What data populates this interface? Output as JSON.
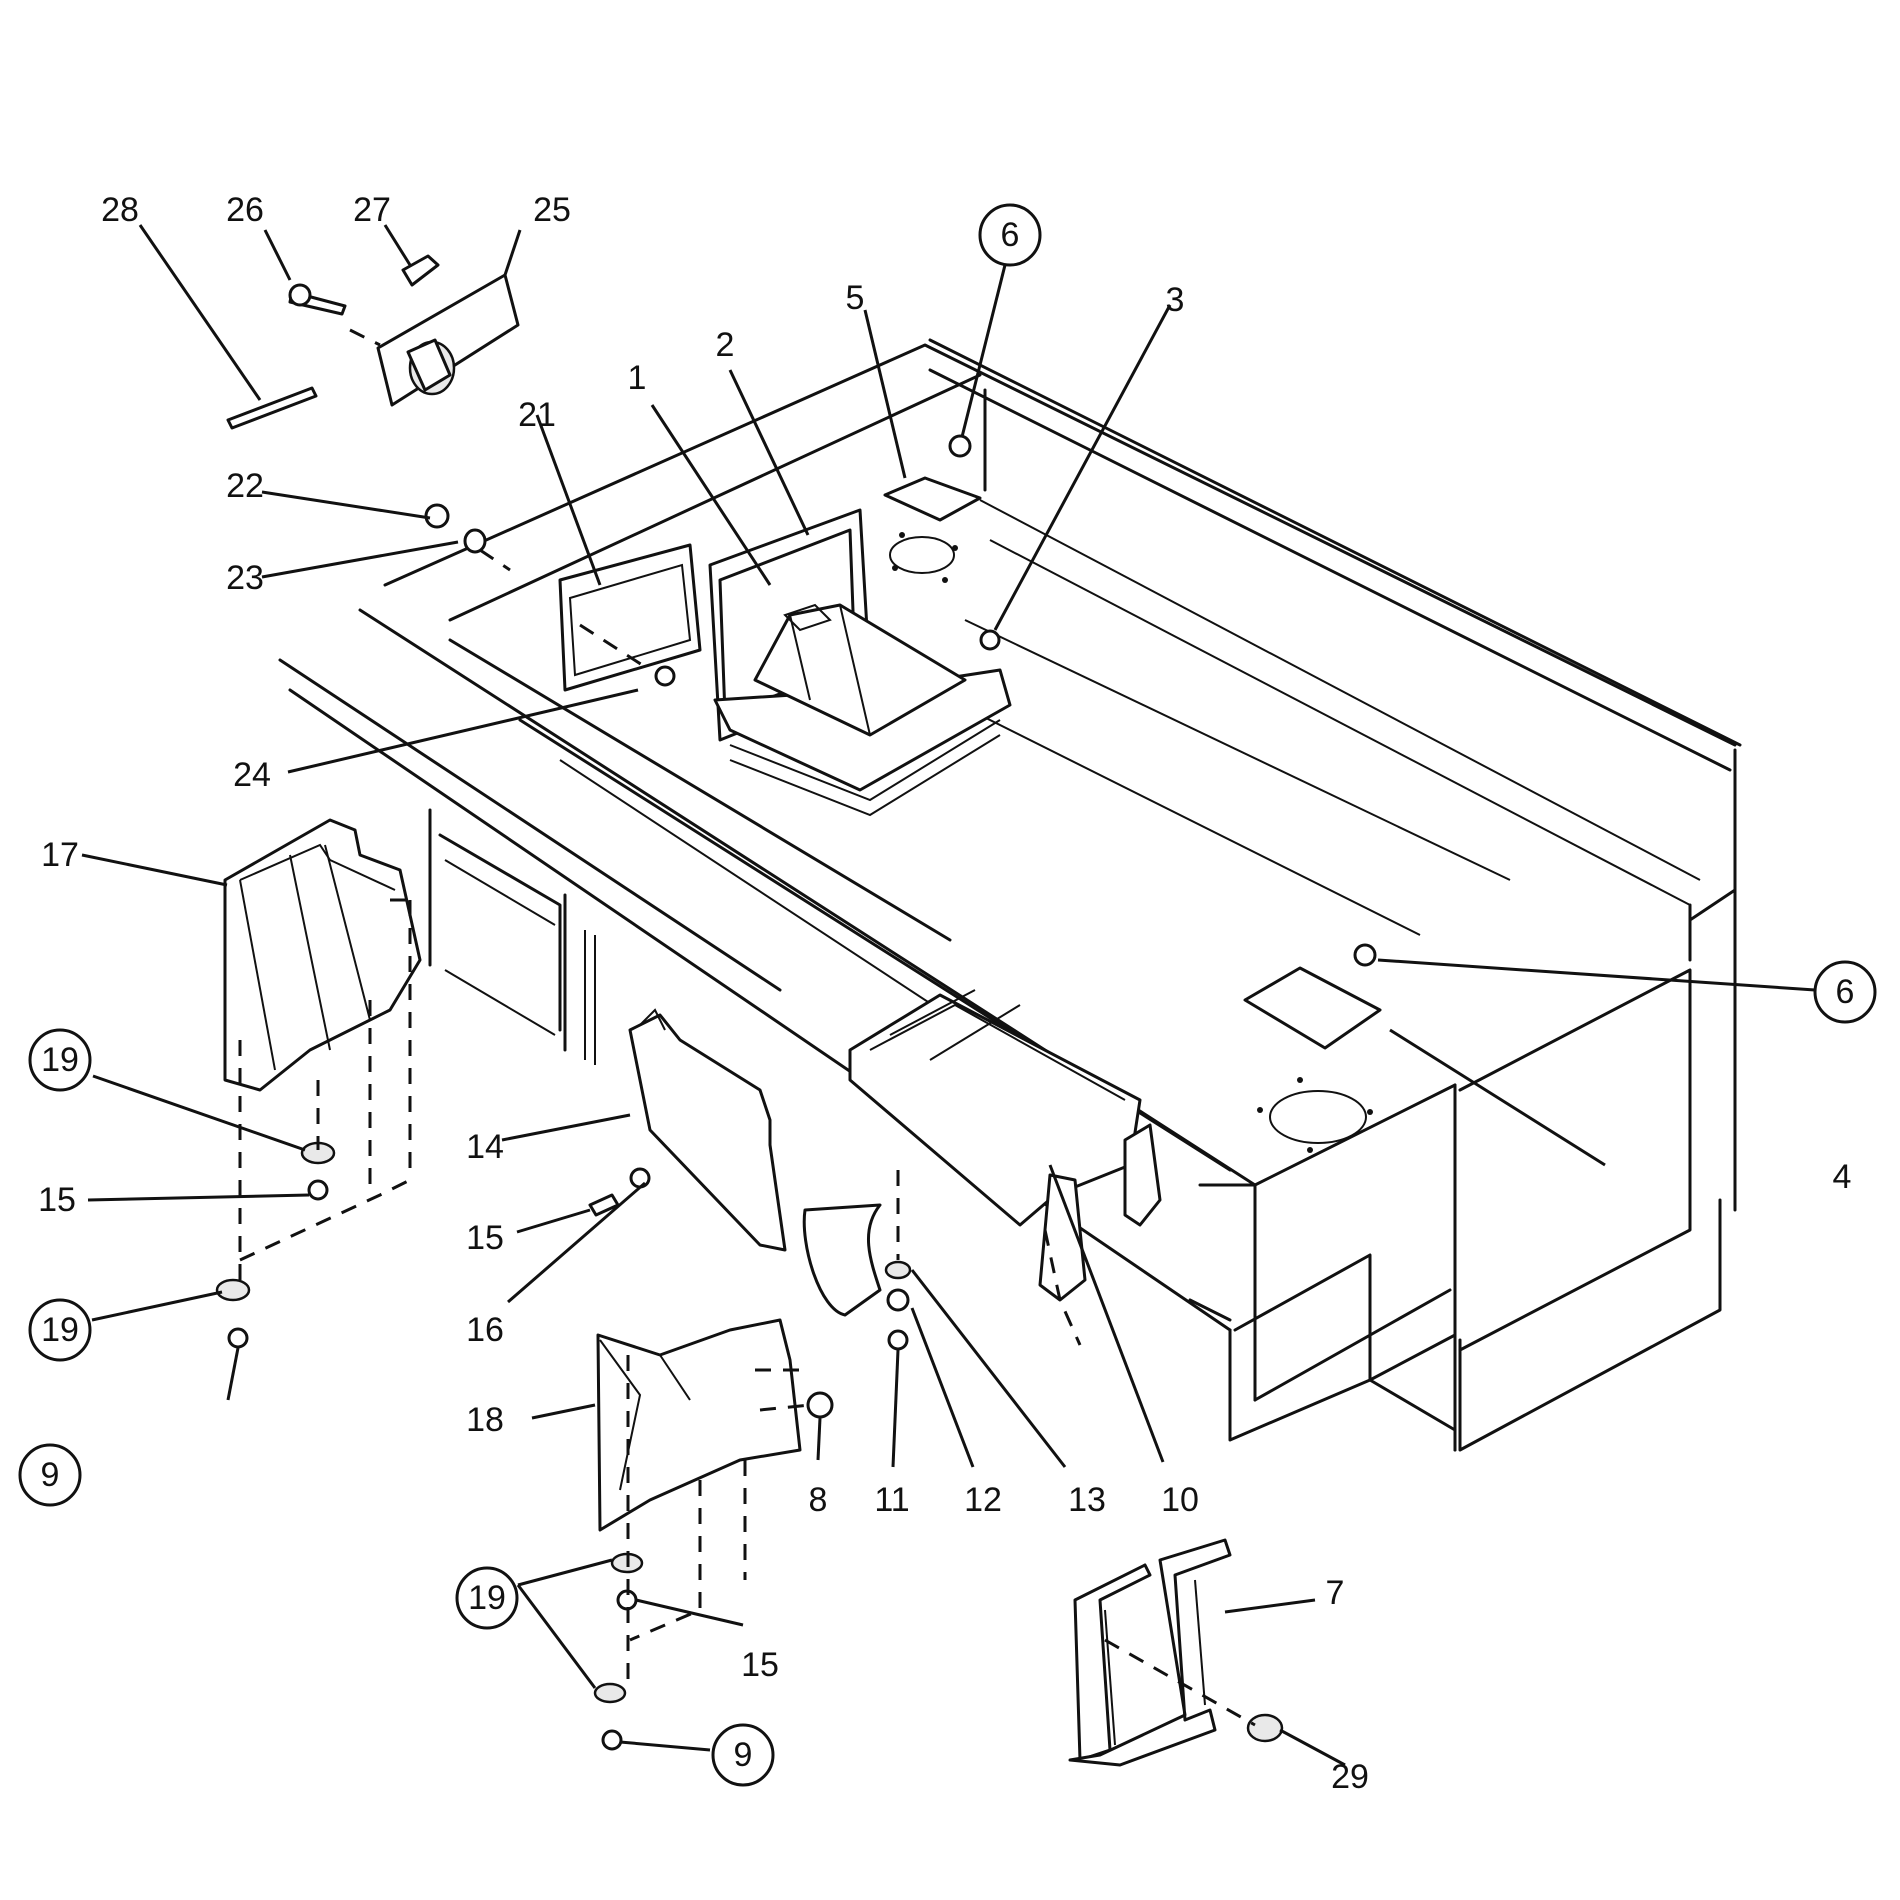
{
  "callouts": [
    {
      "id": "c1",
      "text": "1",
      "circled": false
    },
    {
      "id": "c2",
      "text": "2",
      "circled": false
    },
    {
      "id": "c3",
      "text": "3",
      "circled": false
    },
    {
      "id": "c4",
      "text": "4",
      "circled": false
    },
    {
      "id": "c5",
      "text": "5",
      "circled": false
    },
    {
      "id": "c6a",
      "text": "6",
      "circled": true
    },
    {
      "id": "c6b",
      "text": "6",
      "circled": true
    },
    {
      "id": "c7",
      "text": "7",
      "circled": false
    },
    {
      "id": "c8",
      "text": "8",
      "circled": false
    },
    {
      "id": "c9a",
      "text": "9",
      "circled": true
    },
    {
      "id": "c9b",
      "text": "9",
      "circled": true
    },
    {
      "id": "c10",
      "text": "10",
      "circled": false
    },
    {
      "id": "c11",
      "text": "11",
      "circled": false
    },
    {
      "id": "c12",
      "text": "12",
      "circled": false
    },
    {
      "id": "c13",
      "text": "13",
      "circled": false
    },
    {
      "id": "c14",
      "text": "14",
      "circled": false
    },
    {
      "id": "c15a",
      "text": "15",
      "circled": false
    },
    {
      "id": "c15b",
      "text": "15",
      "circled": false
    },
    {
      "id": "c15c",
      "text": "15",
      "circled": false
    },
    {
      "id": "c16",
      "text": "16",
      "circled": false
    },
    {
      "id": "c17",
      "text": "17",
      "circled": false
    },
    {
      "id": "c18",
      "text": "18",
      "circled": false
    },
    {
      "id": "c19a",
      "text": "19",
      "circled": true
    },
    {
      "id": "c19b",
      "text": "19",
      "circled": true
    },
    {
      "id": "c19c",
      "text": "19",
      "circled": true
    },
    {
      "id": "c21",
      "text": "21",
      "circled": false
    },
    {
      "id": "c22",
      "text": "22",
      "circled": false
    },
    {
      "id": "c23",
      "text": "23",
      "circled": false
    },
    {
      "id": "c24",
      "text": "24",
      "circled": false
    },
    {
      "id": "c25",
      "text": "25",
      "circled": false
    },
    {
      "id": "c26",
      "text": "26",
      "circled": false
    },
    {
      "id": "c27",
      "text": "27",
      "circled": false
    },
    {
      "id": "c28",
      "text": "28",
      "circled": false
    },
    {
      "id": "c29",
      "text": "29",
      "circled": false
    }
  ]
}
